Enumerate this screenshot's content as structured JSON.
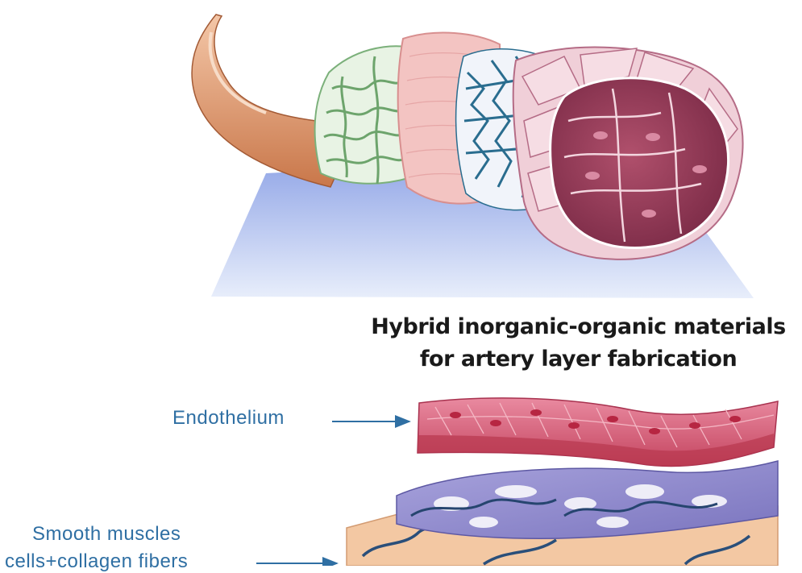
{
  "title": {
    "line1": "Hybrid inorganic-organic materials",
    "line2": "for artery layer fabrication"
  },
  "labels": {
    "endothelium": "Endothelium",
    "smooth_muscles_line1": "Smooth muscles",
    "smooth_muscles_line2": "cells+collagen fibers"
  },
  "colors": {
    "label_text": "#2f6fa3",
    "endothelium_layer": "#d9637e",
    "collagen_network": "#8a86c8",
    "base_platform": "#a9b8ea"
  }
}
